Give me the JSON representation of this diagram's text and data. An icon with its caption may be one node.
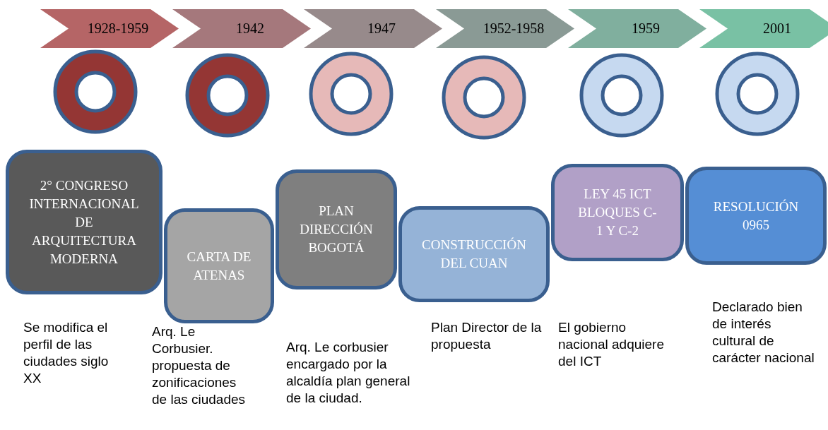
{
  "diagram": {
    "nodes": [
      {
        "text": [
          "1928-1959"
        ]
      },
      {
        "text": [
          "1942"
        ]
      },
      {
        "text": [
          "1947"
        ]
      },
      {
        "text": [
          "1952-1958"
        ]
      },
      {
        "text": [
          "1959"
        ]
      },
      {
        "text": [
          "2001"
        ]
      },
      {
        "text": [],
        "shape": "circle"
      },
      {
        "text": [],
        "shape": "circle"
      },
      {
        "text": [],
        "shape": "circle"
      },
      {
        "text": [],
        "shape": "circle"
      },
      {
        "text": [],
        "shape": "circle"
      },
      {
        "text": [],
        "shape": "circle"
      },
      {
        "text": [
          "2° CONGRESO INTERNACIONAL DE ARQUITECTURA MODERNA"
        ]
      },
      {
        "text": [
          "CARTA DE ATENAS"
        ]
      },
      {
        "text": [
          "PLAN DIRECCIÓN BOGOTÁ"
        ]
      },
      {
        "text": [
          "CONSTRUCCIÓN DEL CUAN"
        ]
      },
      {
        "text": [
          "LEY 45 ICT BLOQUES C-1 Y C-2"
        ]
      },
      {
        "text": [
          "RESOLUCIÓN 0965"
        ]
      }
    ],
    "labels": [
      "Declarado bien de interés cultural de carácter nacional",
      "Se modifica el perfil de las ciudades siglo XX",
      "Plan Director de la propuesta",
      "El gobierno nacional adquiere del ICT",
      "Arq. Le Corbusier. propuesta de zonificaciones de las ciudades",
      "Arq. Le corbusier encargado por la alcaldía plan general de la ciudad."
    ]
  }
}
